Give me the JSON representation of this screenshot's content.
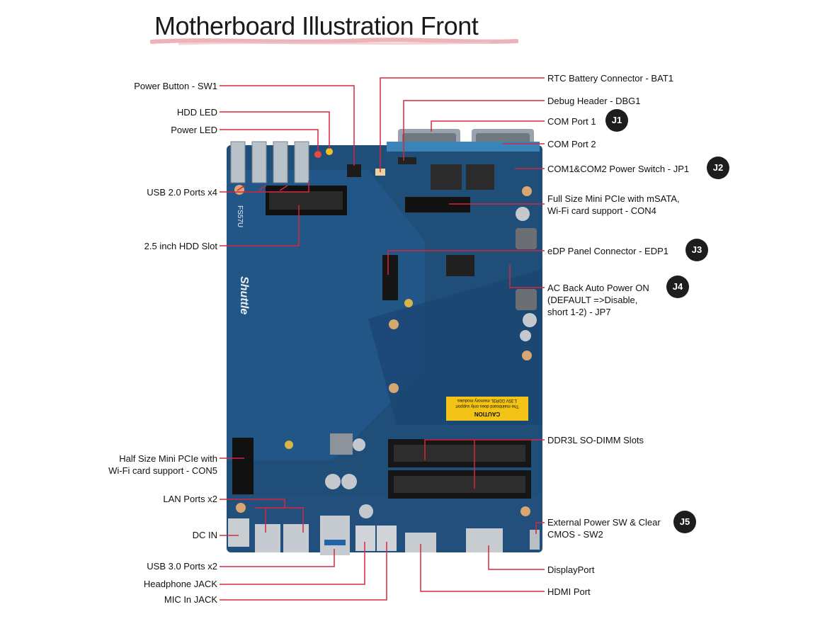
{
  "title": "Motherboard Illustration Front",
  "colors": {
    "leader": "#d7263d",
    "board": "#1f4e79",
    "badge": "#1d1d1d"
  },
  "labels_left": {
    "power_button": "Power Button - SW1",
    "hdd_led": "HDD LED",
    "power_led": "Power LED",
    "usb2": "USB 2.0 Ports x4",
    "hdd_slot": "2.5 inch HDD Slot",
    "half_mini_pcie_1": "Half Size Mini PCIe with",
    "half_mini_pcie_2": "Wi-Fi card support - CON5",
    "lan": "LAN Ports x2",
    "dc_in": "DC IN",
    "usb3": "USB 3.0 Ports x2",
    "headphone": "Headphone JACK",
    "mic": "MIC In JACK"
  },
  "labels_right": {
    "rtc": "RTC Battery Connector - BAT1",
    "debug": "Debug Header - DBG1",
    "com1": "COM Port 1",
    "com2": "COM Port 2",
    "com_switch": "COM1&COM2 Power Switch - JP1",
    "full_mini_pcie_1": "Full Size Mini PCIe with mSATA,",
    "full_mini_pcie_2": "Wi-Fi card support - CON4",
    "edp": "eDP Panel Connector - EDP1",
    "ac_back_1": "AC Back Auto Power ON",
    "ac_back_2": "(DEFAULT =>Disable,",
    "ac_back_3": "short 1-2) - JP7",
    "ddr3l": "DDR3L SO-DIMM Slots",
    "ext_power_1": "External Power SW & Clear",
    "ext_power_2": "CMOS - SW2",
    "displayport": "DisplayPort",
    "hdmi": "HDMI Port"
  },
  "badges": {
    "j1": "J1",
    "j2": "J2",
    "j3": "J3",
    "j4": "J4",
    "j5": "J5"
  },
  "board_text": {
    "model": "FS57U",
    "brand": "Shuttle",
    "caution_title": "CAUTION",
    "caution_line1": "The mainboard does only support",
    "caution_line2": "1.35V DDR3L memory modules"
  }
}
